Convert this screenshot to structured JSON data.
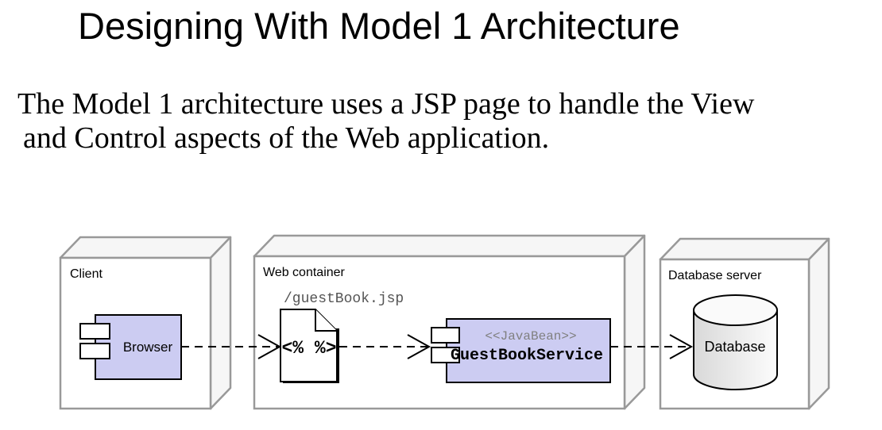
{
  "slide": {
    "title": "Designing With Model 1 Architecture",
    "body": {
      "line1": "The Model 1 architecture uses a JSP page to handle the View",
      "line2": "and Control aspects of the Web application."
    }
  },
  "diagram": {
    "client": {
      "label": "Client",
      "component": "Browser"
    },
    "web_container": {
      "label": "Web container",
      "jsp_file": "/guestBook.jsp",
      "jsp_icon_text": "<% %>",
      "bean_stereotype": "<<JavaBean>>",
      "bean_name": "GuestBookService"
    },
    "database_server": {
      "label": "Database server",
      "database": "Database"
    },
    "colors": {
      "component_fill": "#ccccf2",
      "node_border": "#999999",
      "node_face_front": "#ffffff",
      "node_face_shade": "#f6f6f6",
      "stereotype_text": "#808080",
      "jsp_label_text": "#555555",
      "cylinder_dark": "#d9d9d9",
      "cylinder_light": "#fcfcfc"
    }
  }
}
